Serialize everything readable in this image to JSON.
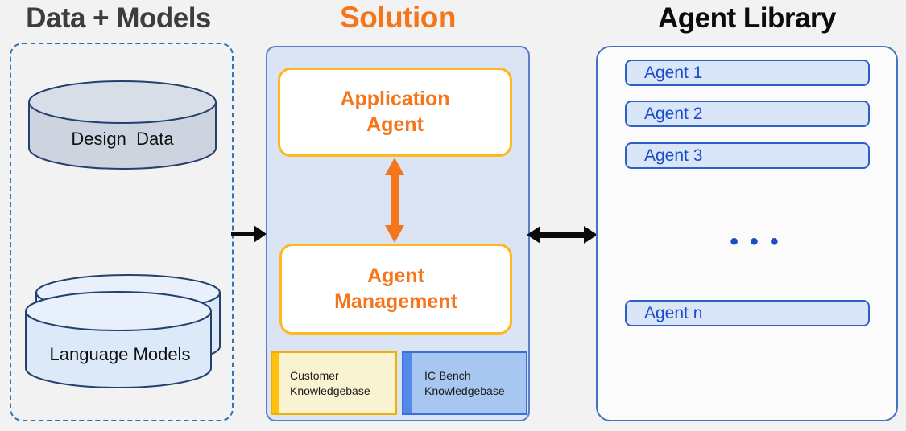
{
  "page": {
    "background": "#F2F2F2"
  },
  "left_panel": {
    "title": "Data + Models",
    "design_data": {
      "label": "Design  Data"
    },
    "language_models": {
      "label": "Language Models"
    }
  },
  "solution_panel": {
    "title": "Solution",
    "application_agent": {
      "label": "Application Agent"
    },
    "agent_management": {
      "label": "Agent Management"
    },
    "knowledgebases": [
      {
        "label": "Customer Knowledgebase",
        "accent": "#FFC010",
        "fill": "#FAF3D2",
        "border": "#F0B000"
      },
      {
        "label": "IC Bench Knowledgebase",
        "accent": "#5589E8",
        "fill": "#A8C7F0",
        "border": "#3A6FD8"
      }
    ]
  },
  "agent_library_panel": {
    "title": "Agent Library",
    "items": [
      {
        "label": "Agent 1"
      },
      {
        "label": "Agent 2"
      },
      {
        "label": "Agent 3"
      },
      {
        "label": "Agent n"
      }
    ],
    "ellipsis": "• • •"
  },
  "icons": {
    "arrow_right": "black right arrow",
    "arrow_double_horizontal": "black double-headed horizontal arrow",
    "arrow_double_vertical": "orange double-headed vertical arrow",
    "database_gray": "gray database cylinder",
    "database_blue_stack": "stacked blue database cylinders"
  },
  "colors": {
    "orange": "#F5751B",
    "gold_border": "#FFB71C",
    "solution_fill": "#DAE4F4",
    "solution_border": "#5B7EC9",
    "library_border": "#4472C4",
    "agent_item_fill": "#D9E6F8",
    "agent_item_border": "#2E5FC4",
    "agent_text_blue": "#1B4ACC",
    "dashed_border_blue": "#2E75B6",
    "cylinder_stroke": "#24406E",
    "title_gray": "#3D3D3D",
    "arrow_black": "#0A0A0A"
  }
}
